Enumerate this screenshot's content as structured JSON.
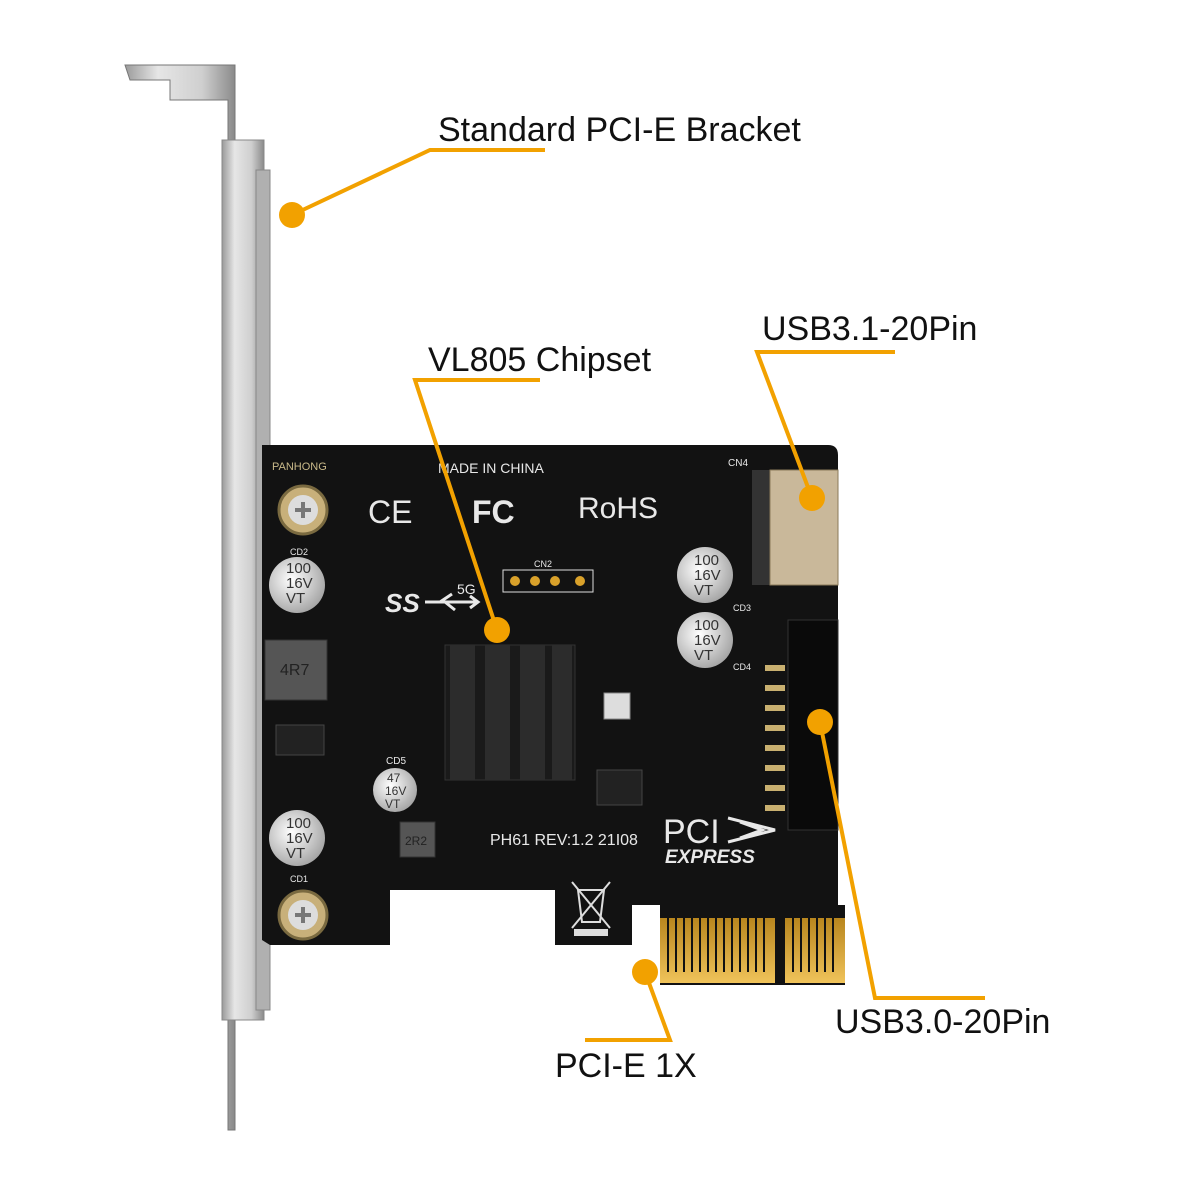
{
  "callouts": {
    "bracket": "Standard PCI-E Bracket",
    "chipset": "VL805 Chipset",
    "usb31": "USB3.1-20Pin",
    "usb30": "USB3.0-20Pin",
    "pcie": "PCI-E 1X"
  },
  "board": {
    "brand": "PANHONG",
    "made_in": "MADE IN CHINA",
    "ce": "CE",
    "fc": "FC",
    "rohs": "RoHS",
    "ss_logo": "SS",
    "speed": "5G",
    "cn2": "CN2",
    "cn4": "CN4",
    "revision": "PH61  REV:1.2  21I08",
    "pci": "PCI",
    "express": "EXPRESS",
    "inductor_l2": "4R7",
    "inductor_l1": "2R2",
    "capacitors": [
      {
        "label": "CD2",
        "lines": [
          "100",
          "16V",
          "VT"
        ]
      },
      {
        "label": "CD3",
        "lines": [
          "100",
          "16V",
          "VT"
        ]
      },
      {
        "label": "CD4",
        "lines": [
          "100",
          "16V",
          "VT"
        ]
      },
      {
        "label": "CD5",
        "lines": [
          "47",
          "16V",
          "VT"
        ]
      },
      {
        "label": "CD1",
        "lines": [
          "100",
          "16V",
          "VT"
        ]
      }
    ]
  },
  "colors": {
    "accent": "#f2a100",
    "pcb": "#121212",
    "bracket": "#c9c9c9",
    "gold": "#d9a12a"
  }
}
